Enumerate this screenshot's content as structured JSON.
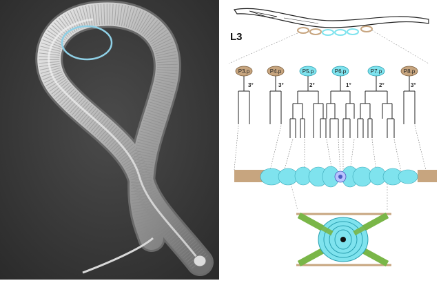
{
  "stage": {
    "label": "L3"
  },
  "cells": [
    {
      "name": "P3.p",
      "fate": "3°",
      "color": "#c7a57f"
    },
    {
      "name": "P4.p",
      "fate": "3°",
      "color": "#c7a57f"
    },
    {
      "name": "P5.p",
      "fate": "2°",
      "color": "#7fe3ee"
    },
    {
      "name": "P6.p",
      "fate": "1°",
      "color": "#7fe3ee"
    },
    {
      "name": "P7.p",
      "fate": "2°",
      "color": "#7fe3ee"
    },
    {
      "name": "P8.p",
      "fate": "3°",
      "color": "#c7a57f"
    }
  ],
  "colors": {
    "background_left": "#3a3a3a",
    "worm": "#bdbdbd",
    "highlight_circle": "#8fd0e6",
    "vulval_cells": "#7fe3ee",
    "hyp7_cells": "#c7a57f",
    "muscles": "#7ab648",
    "lineage_lines": "#222222"
  },
  "icons": [
    "sem-worm-image",
    "worm-outline-icon",
    "vulva-schematic-icon"
  ]
}
